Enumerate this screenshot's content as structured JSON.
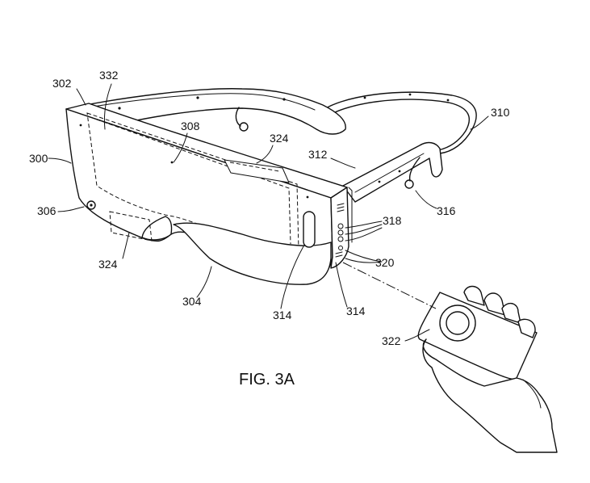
{
  "caption": "FIG. 3A",
  "refs": {
    "r300": "300",
    "r302": "302",
    "r304": "304",
    "r306": "306",
    "r308": "308",
    "r310": "310",
    "r312": "312",
    "r314a": "314",
    "r314b": "314",
    "r316": "316",
    "r318": "318",
    "r320": "320",
    "r322": "322",
    "r324a": "324",
    "r324b": "324",
    "r332": "332"
  }
}
